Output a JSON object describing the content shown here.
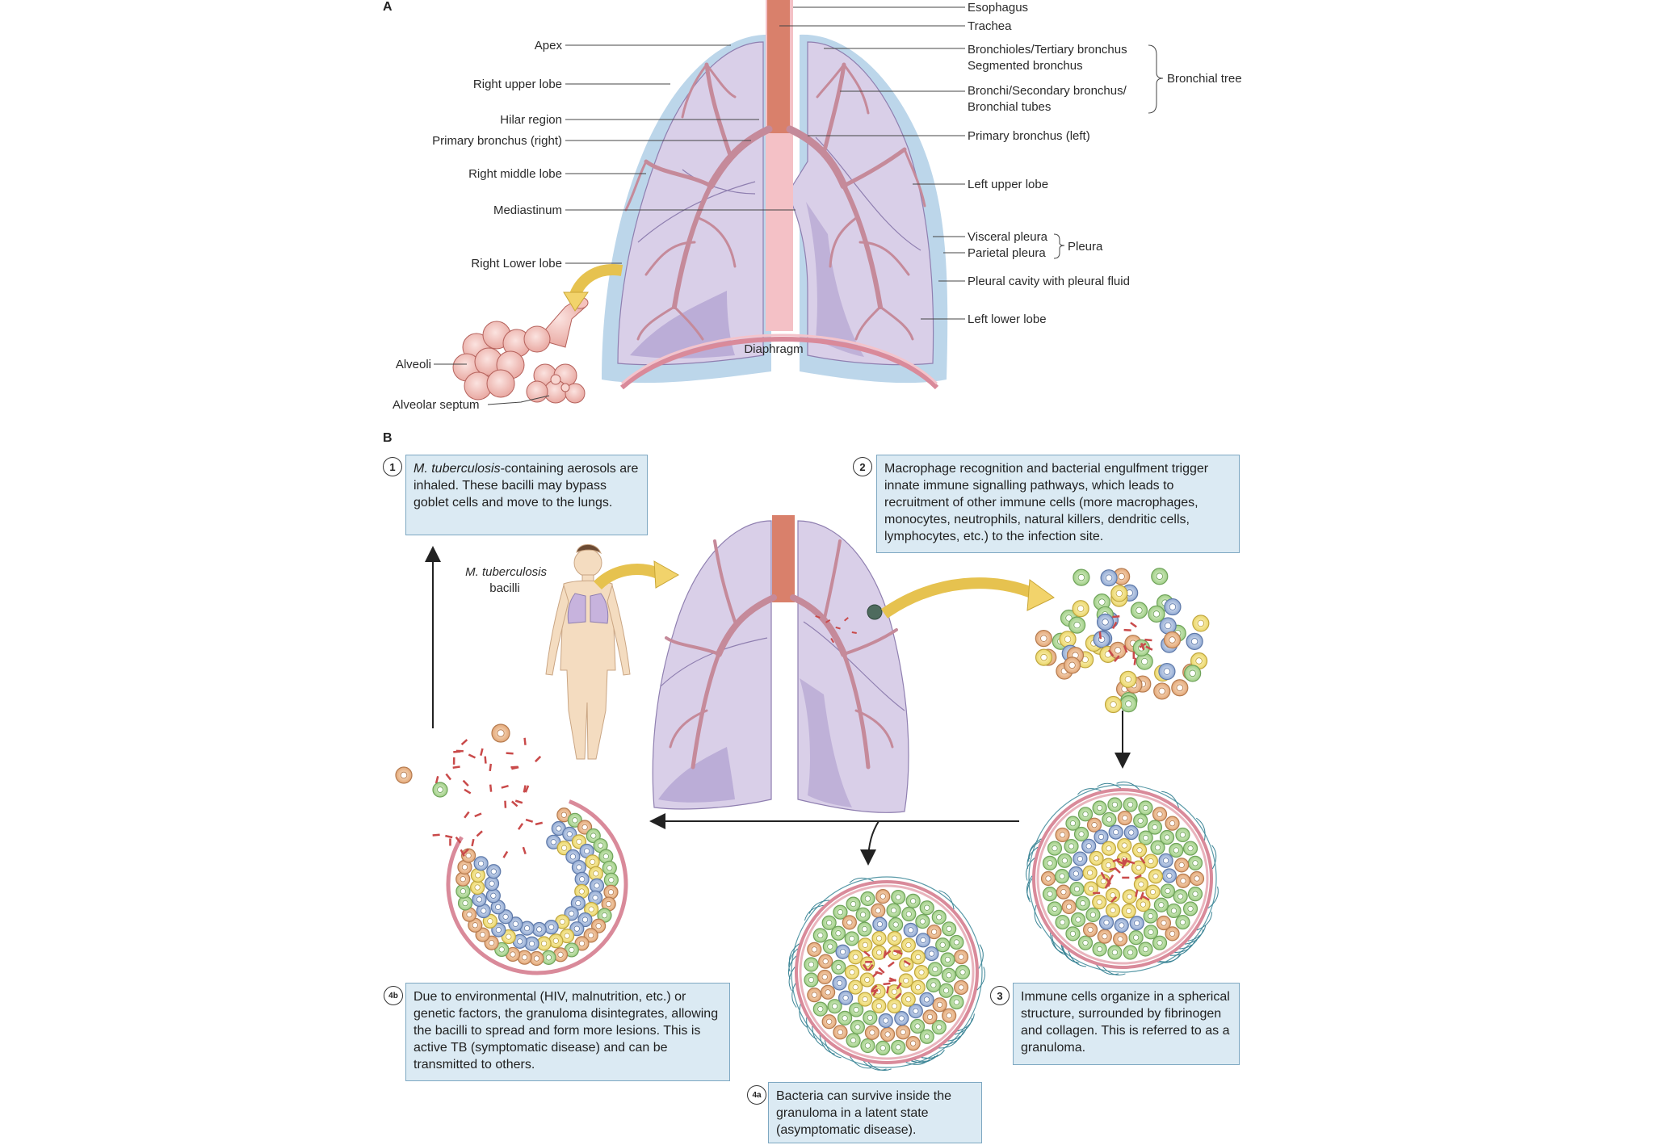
{
  "panels": {
    "a": "A",
    "b": "B"
  },
  "labels": {
    "esophagus": "Esophagus",
    "trachea": "Trachea",
    "bronchioles": "Bronchioles/Tertiary bronchus",
    "segmented": "Segmented bronchus",
    "bronchi": "Bronchi/Secondary bronchus/",
    "bronchial_tubes": "Bronchial tubes",
    "bronchial_tree": "Bronchial tree",
    "primary_left": "Primary bronchus (left)",
    "left_upper": "Left upper lobe",
    "visceral": "Visceral pleura",
    "parietal": "Parietal pleura",
    "pleura": "Pleura",
    "pleural_cavity": "Pleural cavity with pleural fluid",
    "left_lower": "Left lower lobe",
    "apex": "Apex",
    "right_upper": "Right upper lobe",
    "hilar": "Hilar region",
    "primary_right": "Primary bronchus (right)",
    "right_middle": "Right middle lobe",
    "mediastinum": "Mediastinum",
    "right_lower": "Right Lower lobe",
    "diaphragm": "Diaphragm",
    "alveoli": "Alveoli",
    "alveolar_septum": "Alveolar septum",
    "mtb_line1": "M. tuberculosis",
    "mtb_line2": "bacilli"
  },
  "steps": {
    "s1": {
      "num": "1",
      "italic": "M. tuberculosis",
      "text": "-containing aerosols are inhaled. These bacilli may bypass goblet cells and move to the lungs."
    },
    "s2": {
      "num": "2",
      "text": "Macrophage recognition and bacterial engulfment trigger innate immune signalling pathways, which leads to recruitment of other immune cells (more macrophages, monocytes, neutrophils, natural killers, dendritic cells, lymphocytes, etc.) to the infection site."
    },
    "s3": {
      "num": "3",
      "text": "Immune cells organize in a spherical structure, surrounded by fibrinogen and collagen. This is referred to as a granuloma."
    },
    "s4a": {
      "num": "4a",
      "text": "Bacteria can survive inside the granuloma in a latent state (asymptomatic disease)."
    },
    "s4b": {
      "num": "4b",
      "text": "Due to environmental (HIV, malnutrition, etc.) or genetic factors, the granuloma disintegrates, allowing the bacilli to spread and form more lesions. This is active TB (symptomatic disease) and can be transmitted to others."
    }
  },
  "colors": {
    "lung_fill": "#d9cfe8",
    "lung_dark": "#b3a4d2",
    "pleura": "#bcd6ea",
    "bronchi": "#c58a9a",
    "trachea": "#d9806b",
    "diaphragm": "#d98a9a",
    "box_fill": "#dbeaf3",
    "box_border": "#7ea8c2",
    "arrow_yellow": "#f2d36b"
  }
}
